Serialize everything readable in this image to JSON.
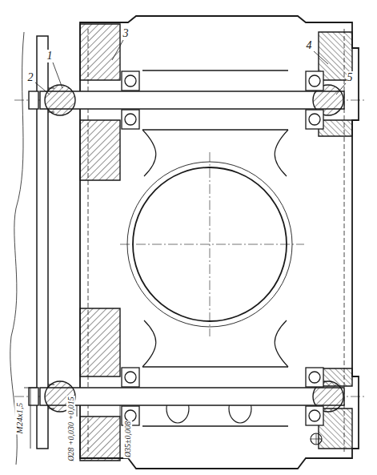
{
  "diagram": {
    "labels": [
      "1",
      "2",
      "3",
      "4",
      "5",
      "М24х1,5",
      "Ø28 +0,030 +0,015",
      "Ø35±0,008"
    ]
  }
}
